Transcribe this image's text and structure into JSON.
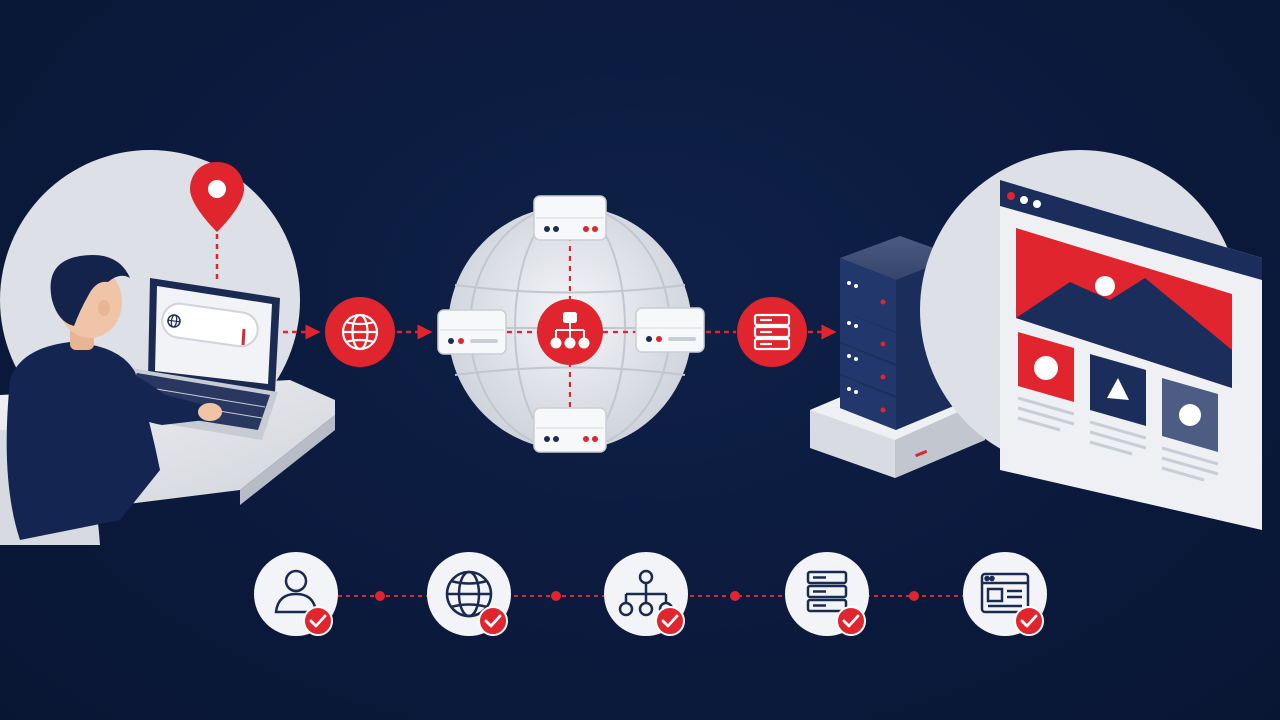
{
  "colors": {
    "background": "#0b1a3d",
    "accent_red": "#e0252e",
    "navy": "#1b2d5a",
    "light_panel": "#e3e6ec",
    "white": "#ffffff"
  },
  "address_bar": {
    "value": "",
    "icon": "globe-icon"
  },
  "flow": {
    "steps": [
      {
        "id": "user",
        "icon": "user-icon"
      },
      {
        "id": "dns-resolver",
        "icon": "globe-icon"
      },
      {
        "id": "dns-hierarchy",
        "icon": "hierarchy-icon"
      },
      {
        "id": "web-server",
        "icon": "server-stack-icon"
      },
      {
        "id": "web-page",
        "icon": "browser-window-icon"
      }
    ]
  },
  "pipeline": {
    "steps": [
      {
        "id": "user",
        "icon": "user-icon",
        "status": "checked"
      },
      {
        "id": "internet",
        "icon": "globe-icon",
        "status": "checked"
      },
      {
        "id": "dns",
        "icon": "hierarchy-icon",
        "status": "checked"
      },
      {
        "id": "server",
        "icon": "server-stack-icon",
        "status": "checked"
      },
      {
        "id": "website",
        "icon": "browser-window-icon",
        "status": "checked"
      }
    ]
  }
}
